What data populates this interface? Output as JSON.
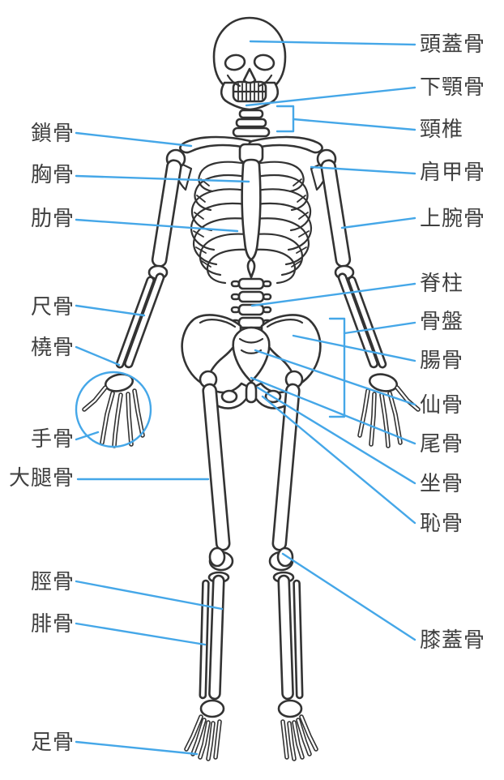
{
  "figure": {
    "type": "labeled-anatomy-diagram",
    "subject": "human skeleton, front view",
    "colors": {
      "background": "#ffffff",
      "bone_outline": "#333333",
      "leader_line": "#45a7e8",
      "label_text": "#3f3f3f"
    },
    "left_labels": [
      {
        "id": "clavicle",
        "text": "鎖骨"
      },
      {
        "id": "sternum",
        "text": "胸骨"
      },
      {
        "id": "ribs",
        "text": "肋骨"
      },
      {
        "id": "ulna",
        "text": "尺骨"
      },
      {
        "id": "radius",
        "text": "橈骨"
      },
      {
        "id": "hand-bones",
        "text": "手骨"
      },
      {
        "id": "femur",
        "text": "大腿骨"
      },
      {
        "id": "tibia",
        "text": "脛骨"
      },
      {
        "id": "fibula",
        "text": "腓骨"
      },
      {
        "id": "foot-bones",
        "text": "足骨"
      }
    ],
    "right_labels": [
      {
        "id": "skull",
        "text": "頭蓋骨"
      },
      {
        "id": "mandible",
        "text": "下顎骨"
      },
      {
        "id": "cervical-vertebrae",
        "text": "頸椎"
      },
      {
        "id": "scapula",
        "text": "肩甲骨"
      },
      {
        "id": "humerus",
        "text": "上腕骨"
      },
      {
        "id": "spinal-column",
        "text": "脊柱"
      },
      {
        "id": "pelvis",
        "text": "骨盤"
      },
      {
        "id": "ilium",
        "text": "腸骨"
      },
      {
        "id": "sacrum",
        "text": "仙骨"
      },
      {
        "id": "coccyx",
        "text": "尾骨"
      },
      {
        "id": "ischium",
        "text": "坐骨"
      },
      {
        "id": "pubis",
        "text": "恥骨"
      },
      {
        "id": "patella",
        "text": "膝蓋骨"
      }
    ]
  }
}
